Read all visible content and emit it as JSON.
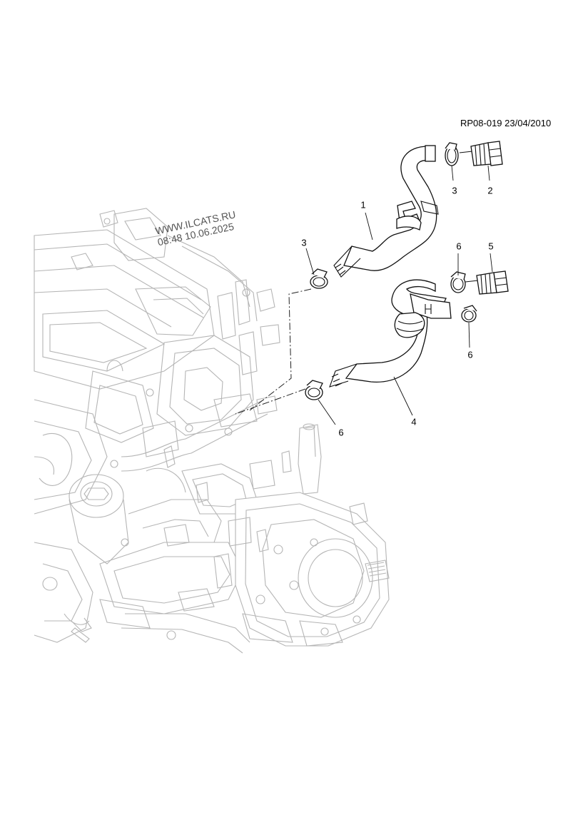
{
  "diagram": {
    "reference": "RP08-019 23/04/2010",
    "watermark_lines": [
      "WWW.ILCATS.RU",
      "08:48 10.06.2025"
    ],
    "callouts": [
      {
        "id": "c1",
        "label": "1"
      },
      {
        "id": "c2",
        "label": "2"
      },
      {
        "id": "c3a",
        "label": "3"
      },
      {
        "id": "c3b",
        "label": "3"
      },
      {
        "id": "c4",
        "label": "4"
      },
      {
        "id": "c5",
        "label": "5"
      },
      {
        "id": "c6a",
        "label": "6"
      },
      {
        "id": "c6b",
        "label": "6"
      },
      {
        "id": "c6c",
        "label": "6"
      }
    ]
  }
}
